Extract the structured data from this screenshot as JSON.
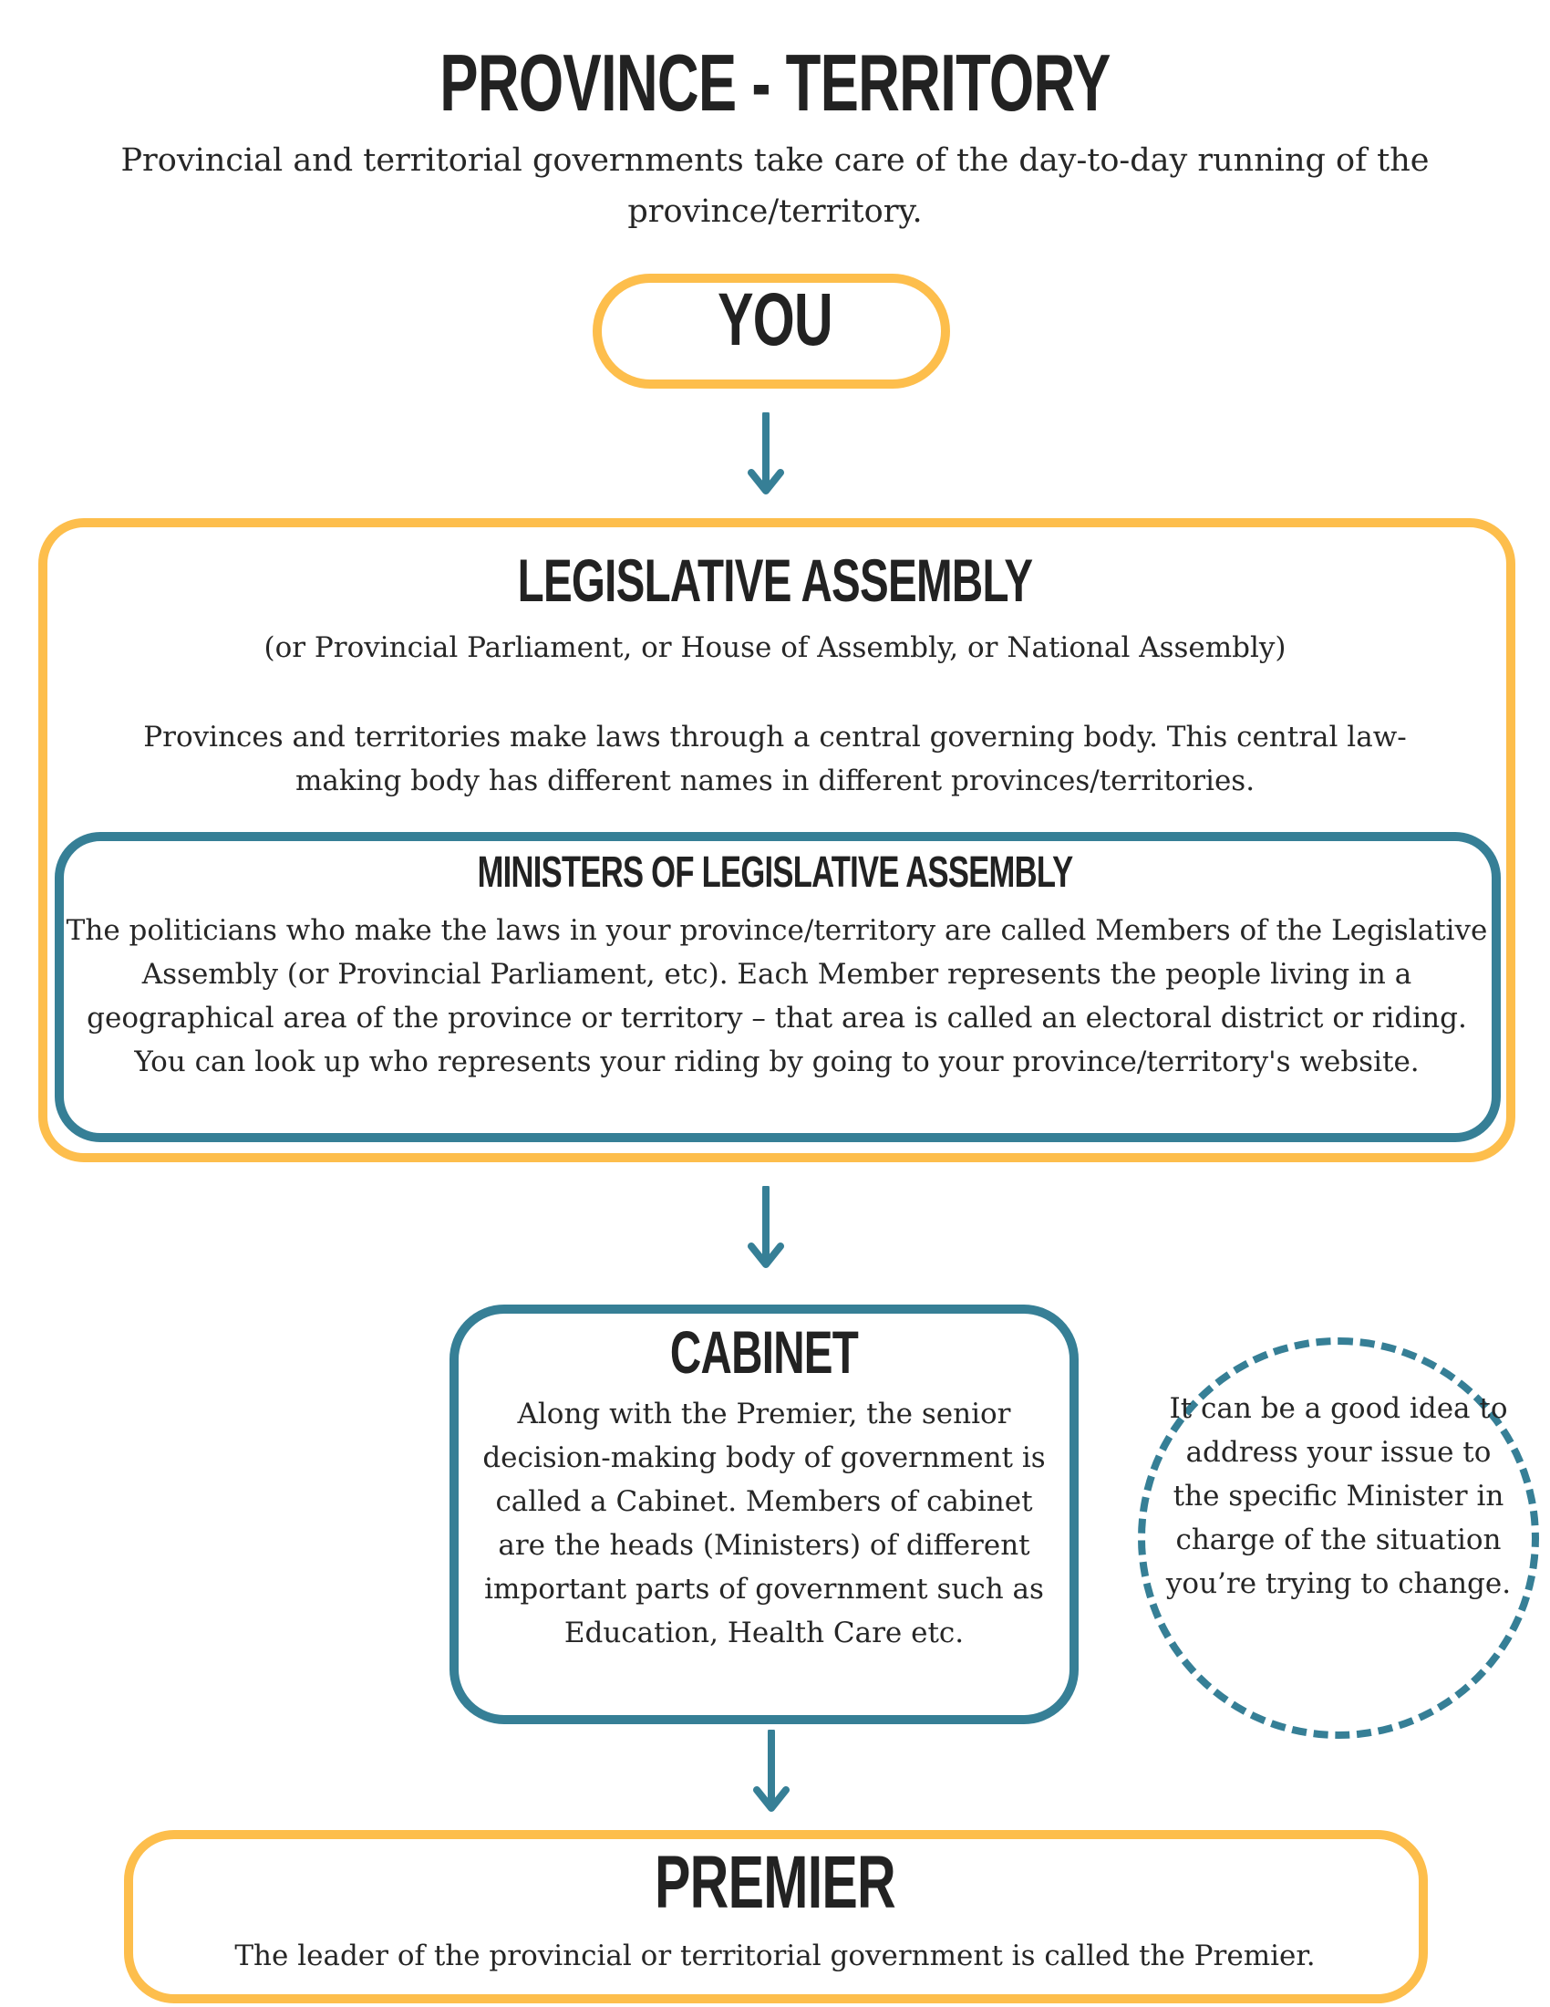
{
  "title": "PROVINCE - TERRITORY",
  "intro": "Provincial and territorial governments take care of the day-to-day running of the province/territory.",
  "you": {
    "label": "YOU"
  },
  "legislative_assembly": {
    "title": "LEGISLATIVE ASSEMBLY",
    "subtitle": "(or Provincial Parliament, or House of Assembly, or National Assembly)",
    "description": "Provinces and territories make laws through a central governing body. This central law-making body has different names in different provinces/territories."
  },
  "ministers": {
    "title": "MINISTERS OF LEGISLATIVE ASSEMBLY",
    "description": "The politicians who make the laws in your province/territory are called Members of the Legislative Assembly (or Provincial Parliament, etc). Each Member represents the people living in a geographical area of the province or territory – that area is called an electoral district or riding. You can look up who represents your riding by going to your province/territory's website."
  },
  "cabinet": {
    "title": "CABINET",
    "description": "Along with the Premier, the senior decision-making body of government is called a Cabinet. Members of cabinet are the heads (Ministers) of different important parts of government such as Education, Health Care etc."
  },
  "tip": {
    "text": "It can be a good idea to address your issue to the specific Minister in charge of the situation you’re trying to change."
  },
  "premier": {
    "title": "PREMIER",
    "description": "The leader of the provincial or territorial government is called the Premier."
  },
  "colors": {
    "yellow_border": "#FDBE4C",
    "teal_border": "#367F96",
    "text": "#262626"
  },
  "icons": [
    "arrow-down-icon"
  ]
}
